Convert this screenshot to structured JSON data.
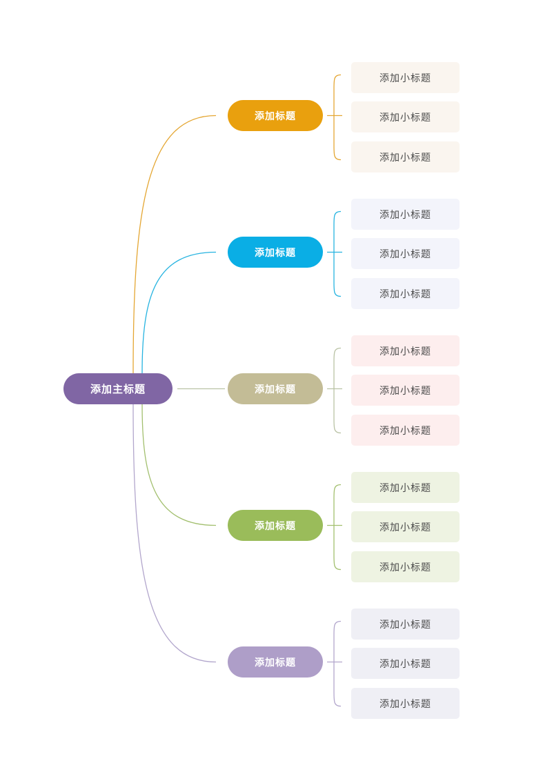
{
  "mindmap": {
    "root": {
      "label": "添加主标题",
      "color": "#8066a4"
    },
    "branches": [
      {
        "label": "添加标题",
        "color": "#e9a00e",
        "line": "#e4a632",
        "leaf_bg": "#faf5ef",
        "children": [
          "添加小标题",
          "添加小标题",
          "添加小标题"
        ]
      },
      {
        "label": "添加标题",
        "color": "#0aaee5",
        "line": "#25b3e0",
        "leaf_bg": "#f3f4fb",
        "children": [
          "添加小标题",
          "添加小标题",
          "添加小标题"
        ]
      },
      {
        "label": "添加标题",
        "color": "#c3bc96",
        "line": "#b9c2a4",
        "leaf_bg": "#fdeeee",
        "children": [
          "添加小标题",
          "添加小标题",
          "添加小标题"
        ]
      },
      {
        "label": "添加标题",
        "color": "#9abc5a",
        "line": "#a2bf6e",
        "leaf_bg": "#eef3e2",
        "children": [
          "添加小标题",
          "添加小标题",
          "添加小标题"
        ]
      },
      {
        "label": "添加标题",
        "color": "#ae9ec8",
        "line": "#b2a6cc",
        "leaf_bg": "#efeff5",
        "children": [
          "添加小标题",
          "添加小标题",
          "添加小标题"
        ]
      }
    ]
  }
}
